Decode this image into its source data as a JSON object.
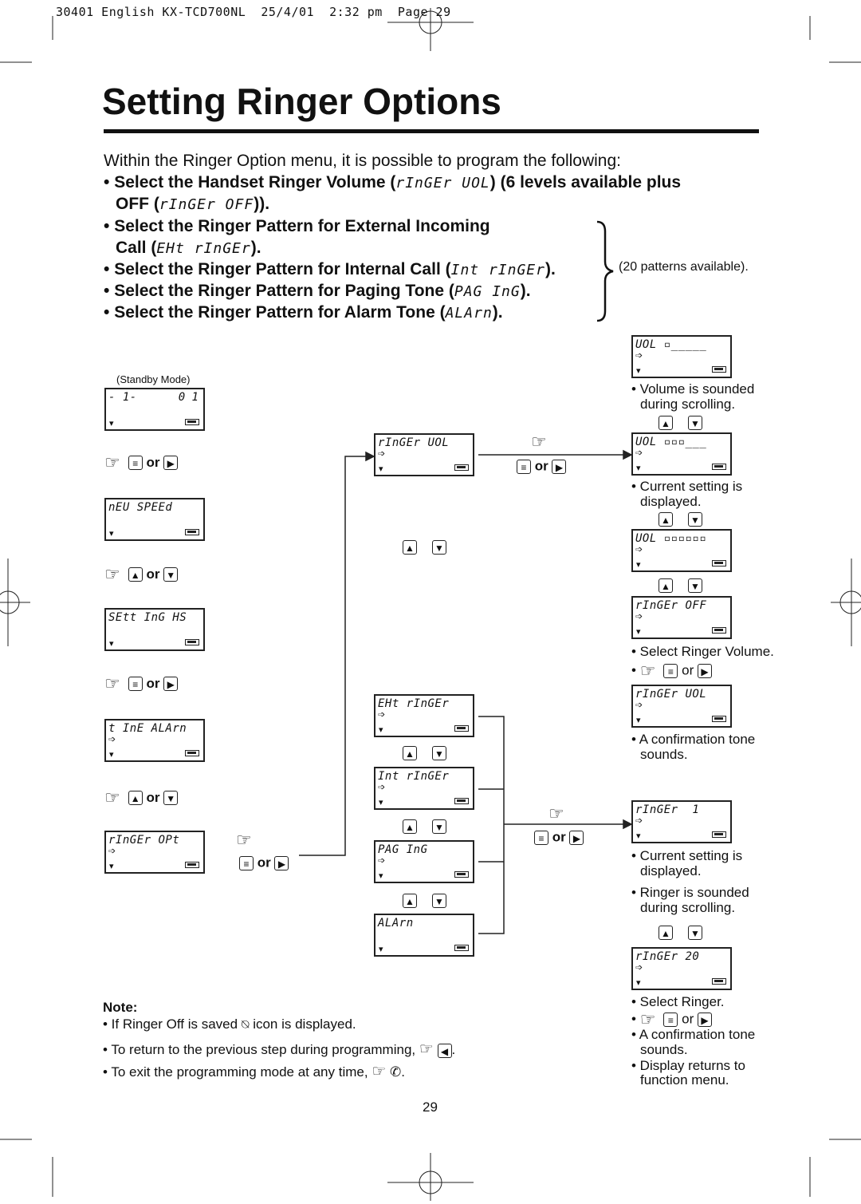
{
  "header": {
    "text": "30401 English KX-TCD700NL  25/4/01  2:32 pm  Page 29"
  },
  "title": "Setting Ringer Options",
  "intro": "Within the Ringer Option menu, it is possible to program the following:",
  "bullets": {
    "b1a": "Select the Handset Ringer Volume (",
    "b1seg": "rInGEr UOL",
    "b1b": ") (6 levels available plus",
    "b1c": "OFF (",
    "b1seg2": "rInGEr OFF",
    "b1d": ")).",
    "b2a": "Select the Ringer Pattern for External Incoming",
    "b2b": "Call (",
    "b2seg": "EHt rInGEr",
    "b2c": ").",
    "b3a": "Select the Ringer Pattern for Internal Call (",
    "b3seg": "Int rInGEr",
    "b3b": ").",
    "b4a": "Select the Ringer Pattern for Paging Tone (",
    "b4seg": "PAG InG",
    "b4b": ").",
    "b5a": "Select the Ringer Pattern for Alarm Tone (",
    "b5seg": "ALArn",
    "b5b": ")."
  },
  "patterns_note": "(20 patterns available).",
  "standby_label": "(Standby Mode)",
  "or": "or",
  "displays": {
    "standby": "- 1-",
    "standby_r": "0 1",
    "new_speed": "nEU SPEEd",
    "setting_hs": "SEtt InG HS",
    "time_alarm": "t InE ALArn",
    "ringer_opt": "rInGEr OPt",
    "ringer_vol": "rInGEr UOL",
    "ext_ringer": "EHt rInGEr",
    "int_ringer": "Int rInGEr",
    "paging": "PAG InG",
    "alarm": "ALArn",
    "vol1": "UOL ▫_____",
    "vol3": "UOL ▫▫▫___",
    "vol6": "UOL ▫▫▫▫▫▫",
    "ringer_off": "rInGEr OFF",
    "ringer_vol2": "rInGEr UOL",
    "ringer1": "rInGEr  1",
    "ringer20": "rInGEr 20"
  },
  "notes_right": {
    "vol_sounded_1": "• Volume is sounded",
    "vol_sounded_2": "during scrolling.",
    "cur_set_1": "• Current setting is",
    "cur_set_2": "displayed.",
    "sel_vol": "• Select Ringer Volume.",
    "conf_1": "• A confirmation tone",
    "conf_2": "sounds.",
    "cur_set2_1": "• Current setting is",
    "cur_set2_2": "displayed.",
    "ring_sounded_1": "• Ringer is sounded",
    "ring_sounded_2": "during scrolling.",
    "sel_ringer": "• Select Ringer.",
    "conf2_1": "• A confirmation tone",
    "conf2_2": "sounds.",
    "disp_ret_1": "• Display returns to",
    "disp_ret_2": "function menu."
  },
  "note": {
    "heading": "Note:",
    "n1a": "• If Ringer Off is saved",
    "n1b": "icon is displayed.",
    "n2": "• To return to the previous step during programming,",
    "n3": "• To exit the programming mode at any time,"
  },
  "page_number": "29"
}
